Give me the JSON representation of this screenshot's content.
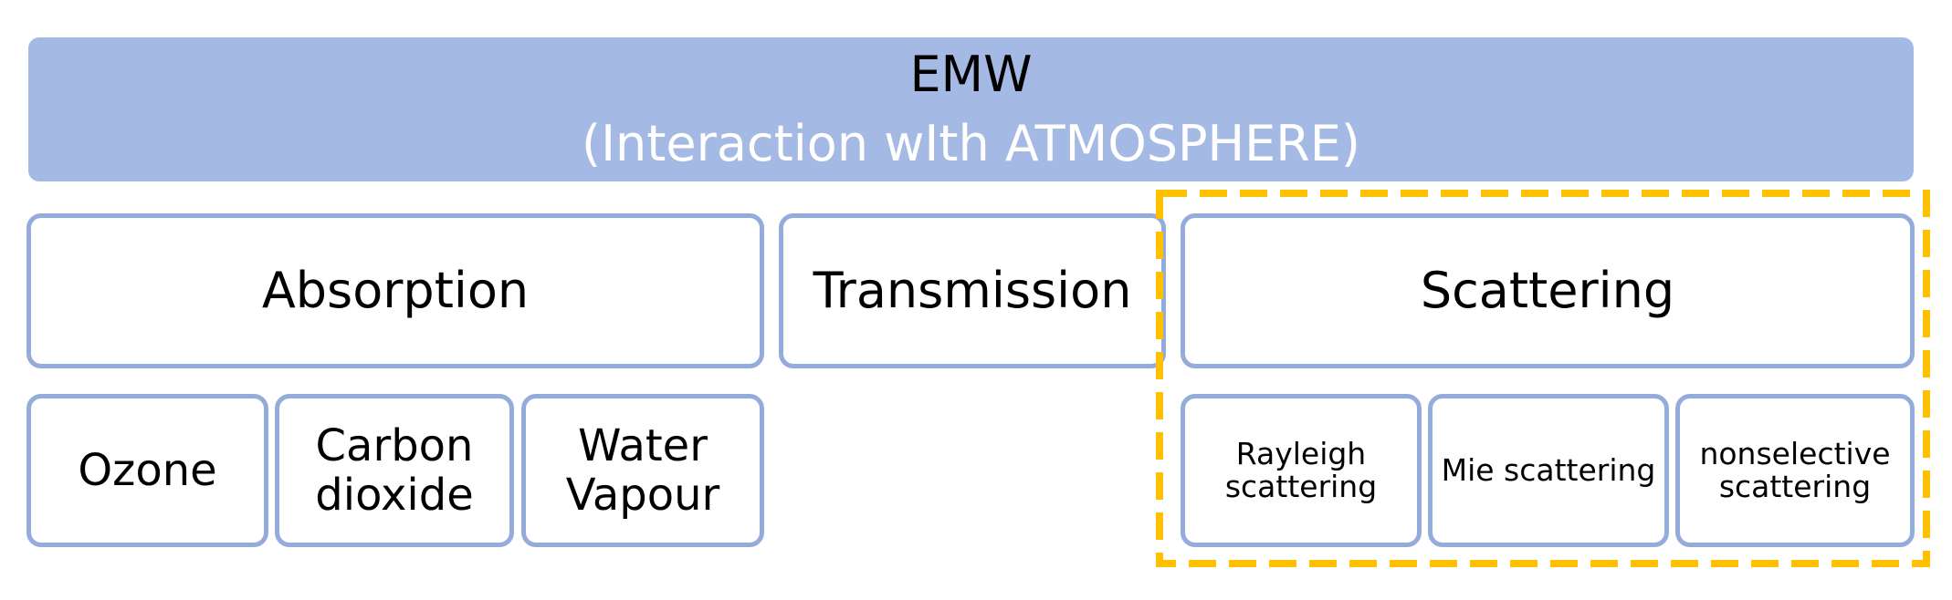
{
  "header": {
    "title": "EMW",
    "subtitle": "(Interaction wIth ATMOSPHERE)",
    "fill_color": "#a4b9e3"
  },
  "level1": [
    {
      "id": "absorption",
      "label": "Absorption"
    },
    {
      "id": "transmission",
      "label": "Transmission"
    },
    {
      "id": "scattering",
      "label": "Scattering"
    }
  ],
  "absorption_children": [
    {
      "id": "ozone",
      "lines": [
        "Ozone"
      ]
    },
    {
      "id": "carbon-dioxide",
      "lines": [
        "Carbon",
        "dioxide"
      ]
    },
    {
      "id": "water-vapour",
      "lines": [
        "Water",
        "Vapour"
      ]
    }
  ],
  "scattering_children": [
    {
      "id": "rayleigh",
      "lines": [
        "Rayleigh",
        "scattering"
      ]
    },
    {
      "id": "mie",
      "lines": [
        "Mie scattering"
      ]
    },
    {
      "id": "nonselective",
      "lines": [
        "nonselective",
        "scattering"
      ]
    }
  ],
  "colors": {
    "box_border": "#94acdb",
    "highlight_dash": "#ffc000"
  }
}
